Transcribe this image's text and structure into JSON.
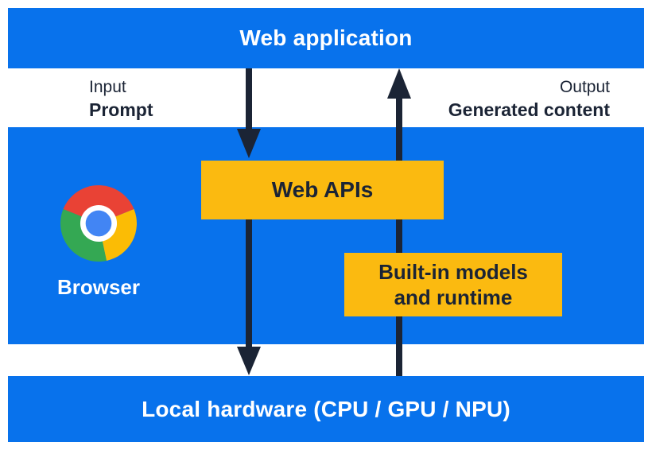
{
  "colors": {
    "band_blue": "#0872EC",
    "box_yellow": "#FBBA10",
    "ink_navy": "#1B2435",
    "text_white": "#FFFFFF",
    "chrome_red": "#E94235",
    "chrome_yellow": "#FBBC05",
    "chrome_green": "#34A853",
    "chrome_blue": "#4285F4",
    "chrome_ring": "#FFFFFF"
  },
  "top_bar": {
    "label": "Web application"
  },
  "io": {
    "input_caption": "Input",
    "input_label": "Prompt",
    "output_caption": "Output",
    "output_label": "Generated content"
  },
  "browser": {
    "label": "Browser",
    "logo_icon": "chrome-logo"
  },
  "boxes": {
    "web_apis_label": "Web APIs",
    "builtin_line1": "Built-in models",
    "builtin_line2": "and runtime"
  },
  "bottom_bar": {
    "label": "Local hardware (CPU / GPU / NPU)"
  }
}
